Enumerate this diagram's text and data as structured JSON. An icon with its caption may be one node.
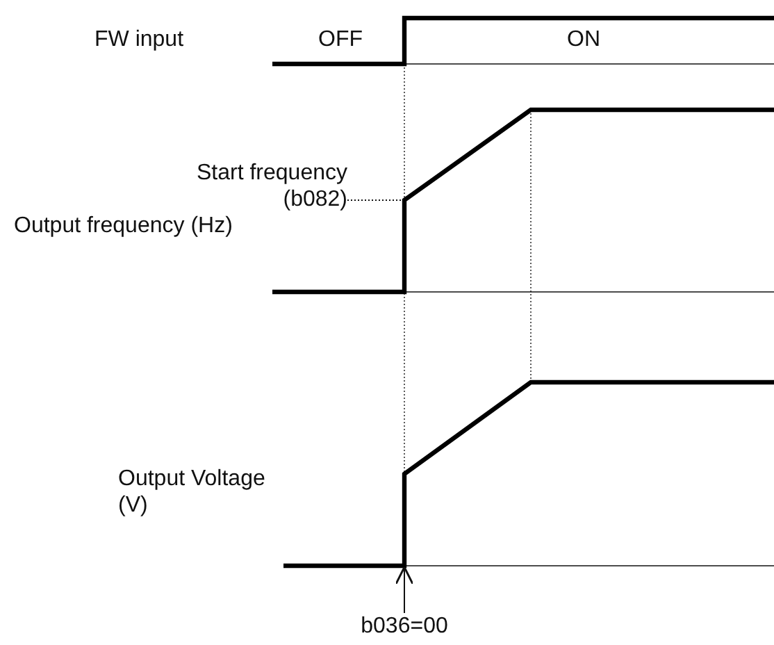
{
  "diagram": {
    "nodes": [
      {
        "text": [
          "Start frequency (b082)"
        ]
      },
      {
        "text": [
          "b036=00"
        ]
      }
    ],
    "edges": [
      {
        "from": 0,
        "to": null,
        "arrow": "none",
        "style": "dashed"
      },
      {
        "from": 1,
        "to": null,
        "arrow": "to"
      }
    ],
    "labels": [
      "FW input",
      "OFF",
      "ON",
      "Output frequency (Hz)",
      "Output Voltage (V)"
    ]
  }
}
